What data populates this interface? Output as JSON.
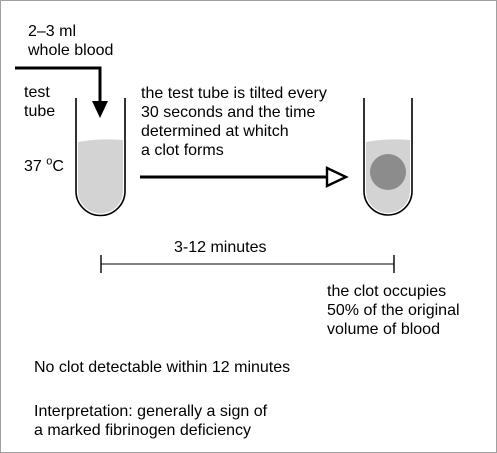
{
  "input_label": [
    "2–3 ml",
    "whole blood"
  ],
  "tube_label": [
    "test",
    "tube"
  ],
  "temperature": {
    "value": "37 ",
    "unit_sup": "o",
    "unit": "C"
  },
  "process_text": [
    "the test tube is tilted every",
    "30 seconds and the time",
    "determined at whitch",
    "a clot forms"
  ],
  "duration_label": "3-12 minutes",
  "result_text": [
    "the clot occupies",
    "50% of the original",
    "volume of blood"
  ],
  "finding_text": "No clot detectable within 12 minutes",
  "interpretation_text": [
    "Interpretation: generally a sign of",
    "a marked fibrinogen deficiency"
  ],
  "colors": {
    "blood_fill": "#d3d3d3",
    "clot_fill": "#8c8c8c",
    "tube_outline": "#000000",
    "frame_border": "#a0a0a0"
  }
}
